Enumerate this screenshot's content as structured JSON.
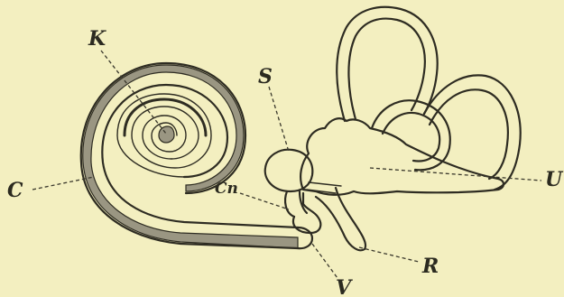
{
  "labels": {
    "k": "K",
    "s": "S",
    "c": "C",
    "cn": "Cn",
    "u": "U",
    "r": "R",
    "v": "V"
  },
  "colors": {
    "background": "#f3efc0",
    "ink": "#2e2c22"
  }
}
